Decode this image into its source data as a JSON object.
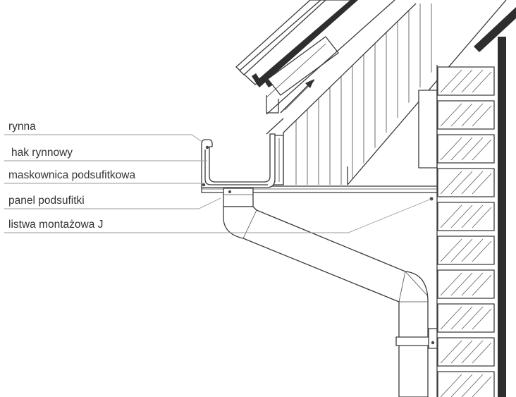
{
  "labels": {
    "gutter": "rynna",
    "gutter_hook": "hak rynnowy",
    "fascia_cover": "maskownica podsufitkowa",
    "soffit_panel": "panel podsufitki",
    "j_trim": "listwa montażowa J"
  },
  "colors": {
    "outline": "#3a3a3a",
    "leader": "#9a9a9a",
    "wall_dark": "#2e2e2e",
    "text": "#333333"
  }
}
